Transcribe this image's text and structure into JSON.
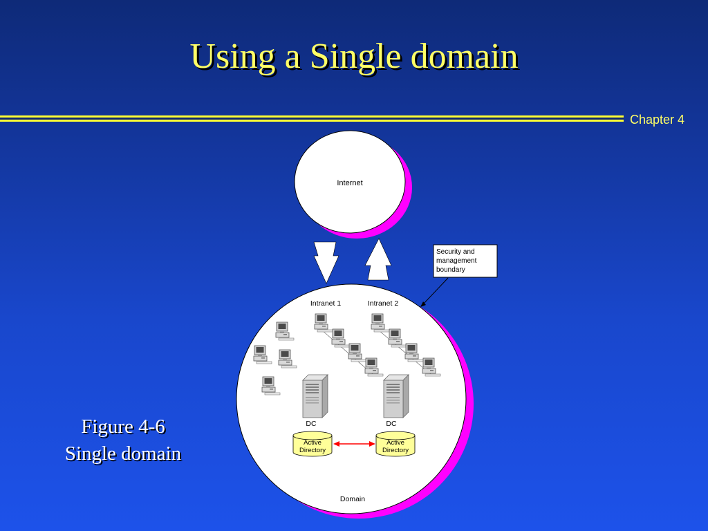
{
  "slide": {
    "title": "Using a Single domain",
    "chapter": "Chapter 4",
    "caption_line1": "Figure 4-6",
    "caption_line2": "Single domain"
  },
  "diagram": {
    "internet_label": "Internet",
    "boundary_note": {
      "line1": "Security and",
      "line2": "management",
      "line3": "boundary"
    },
    "intranet1_label": "Intranet 1",
    "intranet2_label": "Intranet 2",
    "dc_left_label": "DC",
    "dc_right_label": "DC",
    "ad_left": {
      "line1": "Active",
      "line2": "Directory"
    },
    "ad_right": {
      "line1": "Active",
      "line2": "Directory"
    },
    "domain_label": "Domain"
  },
  "colors": {
    "title": "#ffff66",
    "accent_shadow": "#ff00ff",
    "active_directory_fill": "#ffff99",
    "replication_arrow": "#ff0000"
  },
  "icons": [
    "workstation-icon",
    "server-icon",
    "database-icon",
    "arrow-down-icon",
    "arrow-up-icon"
  ]
}
